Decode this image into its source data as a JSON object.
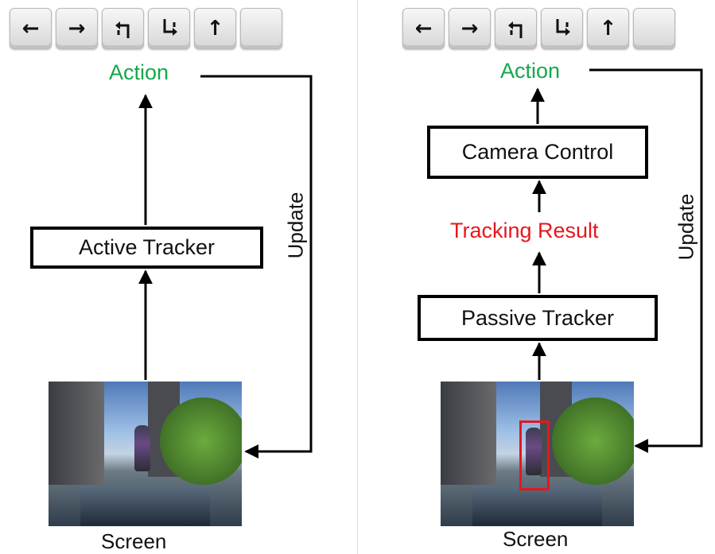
{
  "left_panel": {
    "keys": [
      {
        "icon": "arrow-left-icon",
        "glyph": "←"
      },
      {
        "icon": "arrow-right-icon",
        "glyph": "→"
      },
      {
        "icon": "turn-left-icon",
        "glyph": ""
      },
      {
        "icon": "turn-right-icon",
        "glyph": ""
      },
      {
        "icon": "arrow-up-icon",
        "glyph": "↑"
      },
      {
        "icon": "blank-key",
        "glyph": ""
      }
    ],
    "action": "Action",
    "tracker": "Active Tracker",
    "update": "Update",
    "screen": "Screen"
  },
  "right_panel": {
    "keys": [
      {
        "icon": "arrow-left-icon",
        "glyph": "←"
      },
      {
        "icon": "arrow-right-icon",
        "glyph": "→"
      },
      {
        "icon": "turn-left-icon",
        "glyph": ""
      },
      {
        "icon": "turn-right-icon",
        "glyph": ""
      },
      {
        "icon": "arrow-up-icon",
        "glyph": "↑"
      },
      {
        "icon": "blank-key",
        "glyph": ""
      }
    ],
    "action": "Action",
    "camera_control": "Camera Control",
    "tracking_result": "Tracking Result",
    "tracker": "Passive Tracker",
    "update": "Update",
    "screen": "Screen"
  },
  "colors": {
    "action": "#14a84a",
    "tracking_result": "#e5171e",
    "bounding_box": "#e5171e",
    "box_border": "#000000"
  }
}
